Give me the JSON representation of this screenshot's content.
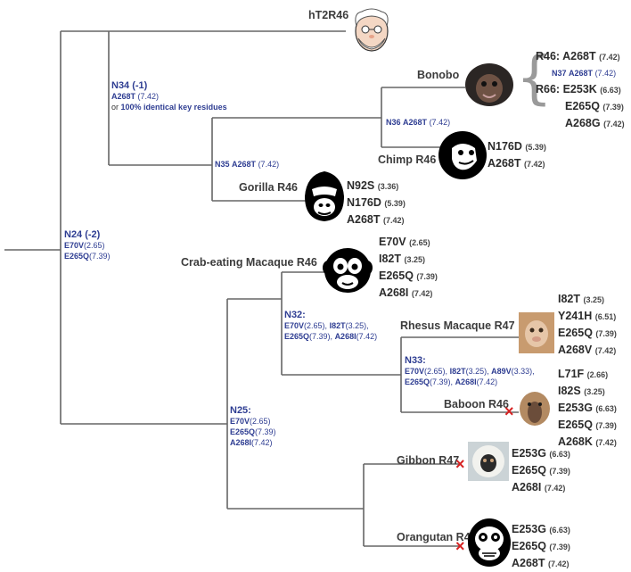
{
  "nodes": {
    "n34": {
      "title": "N34 (-1)",
      "line1_mut": "A268T",
      "line1_pos": "(7.42)",
      "line2_pre": "or",
      "line2_text": "100% identical key residues"
    },
    "n24": {
      "title": "N24 (-2)",
      "muts": [
        {
          "m": "E70V",
          "p": "(2.65)"
        },
        {
          "m": "E265Q",
          "p": "(7.39)"
        }
      ]
    },
    "n36": {
      "name": "N36",
      "mut": "A268T",
      "pos": "(7.42)"
    },
    "n35": {
      "name": "N35",
      "mut": "A268T",
      "pos": "(7.42)"
    },
    "n32": {
      "title": "N32:",
      "l1": [
        {
          "m": "E70V",
          "p": "(2.65),"
        },
        {
          "m": "I82T",
          "p": "(3.25),"
        }
      ],
      "l2": [
        {
          "m": "E265Q",
          "p": "(7.39),"
        },
        {
          "m": "A268I",
          "p": "(7.42)"
        }
      ]
    },
    "n33": {
      "title": "N33:",
      "l1": [
        {
          "m": "E70V",
          "p": "(2.65),"
        },
        {
          "m": "I82T",
          "p": "(3.25),"
        },
        {
          "m": "A89V",
          "p": "(3.33),"
        }
      ],
      "l2": [
        {
          "m": "E265Q",
          "p": "(7.39),"
        },
        {
          "m": "A268I",
          "p": "(7.42)"
        }
      ]
    },
    "n25": {
      "title": "N25:",
      "muts": [
        {
          "m": "E70V",
          "p": "(2.65)"
        },
        {
          "m": "E265Q",
          "p": "(7.39)"
        },
        {
          "m": "A268I",
          "p": "(7.42)"
        }
      ]
    }
  },
  "taxa": {
    "ht2r46": {
      "label": "hT2R46",
      "icon": "human-face-icon"
    },
    "bonobo": {
      "label": "Bonobo",
      "icon": "bonobo-face-icon"
    },
    "chimp": {
      "label": "Chimp R46",
      "icon": "chimp-face-icon",
      "muts": [
        {
          "m": "N176D",
          "p": "(5.39)"
        },
        {
          "m": "A268T",
          "p": "(7.42)"
        }
      ]
    },
    "gorilla": {
      "label": "Gorilla R46",
      "icon": "gorilla-face-icon",
      "muts": [
        {
          "m": "N92S",
          "p": "(3.36)"
        },
        {
          "m": "N176D",
          "p": "(5.39)"
        },
        {
          "m": "A268T",
          "p": "(7.42)"
        }
      ]
    },
    "crab": {
      "label": "Crab-eating Macaque R46",
      "icon": "macaque-face-icon",
      "muts": [
        {
          "m": "E70V",
          "p": "(2.65)"
        },
        {
          "m": "I82T",
          "p": "(3.25)"
        },
        {
          "m": "E265Q",
          "p": "(7.39)"
        },
        {
          "m": "A268I",
          "p": "(7.42)"
        }
      ]
    },
    "rhesus": {
      "label": "Rhesus Macaque R47",
      "icon": "rhesus-photo-icon",
      "muts": [
        {
          "m": "I82T",
          "p": "(3.25)"
        },
        {
          "m": "Y241H",
          "p": "(6.51)"
        },
        {
          "m": "E265Q",
          "p": "(7.39)"
        },
        {
          "m": "A268V",
          "p": "(7.42)"
        }
      ]
    },
    "baboon": {
      "label": "Baboon R46",
      "icon": "baboon-face-icon",
      "cross": "×",
      "muts": [
        {
          "m": "L71F",
          "p": "(2.66)"
        },
        {
          "m": "I82S",
          "p": "(3.25)"
        },
        {
          "m": "E253G",
          "p": "(6.63)"
        },
        {
          "m": "E265Q",
          "p": "(7.39)"
        },
        {
          "m": "A268K",
          "p": "(7.42)"
        }
      ]
    },
    "gibbon": {
      "label": "Gibbon R47",
      "icon": "gibbon-photo-icon",
      "cross": "×",
      "muts": [
        {
          "m": "E253G",
          "p": "(6.63)"
        },
        {
          "m": "E265Q",
          "p": "(7.39)"
        },
        {
          "m": "A268I",
          "p": "(7.42)"
        }
      ]
    },
    "orangutan": {
      "label": "Orangutan R47",
      "icon": "orangutan-face-icon",
      "cross": "×",
      "muts": [
        {
          "m": "E253G",
          "p": "(6.63)"
        },
        {
          "m": "E265Q",
          "p": "(7.39)"
        },
        {
          "m": "A268T",
          "p": "(7.42)"
        }
      ]
    }
  },
  "bonobo_detail": {
    "r46": {
      "prefix": "R46:",
      "m": "A268T",
      "p": "(7.42)"
    },
    "n37": {
      "name": "N37",
      "m": "A268T",
      "p": "(7.42)"
    },
    "r66": [
      {
        "prefix": "R66:",
        "m": "E253K",
        "p": "(6.63)"
      },
      {
        "m": "E265Q",
        "p": "(7.39)"
      },
      {
        "m": "A268G",
        "p": "(7.42)"
      }
    ]
  },
  "colors": {
    "branch": "#666666",
    "node_text": "#2e3d92",
    "cross": "#d62222"
  }
}
